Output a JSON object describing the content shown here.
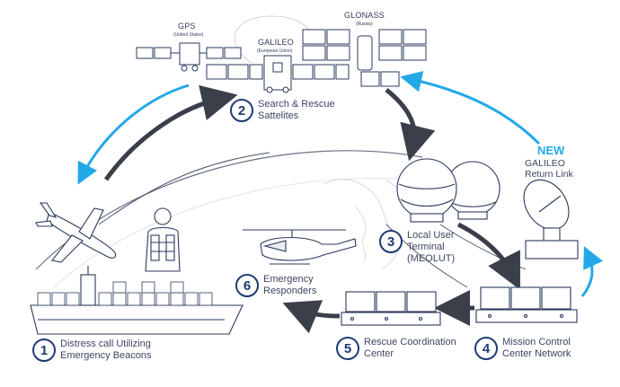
{
  "satellites": {
    "gps": {
      "name": "GPS",
      "owner": "(United States)"
    },
    "galileo": {
      "name": "GALILEO",
      "owner": "(European Union)"
    },
    "glonass": {
      "name": "GLONASS",
      "owner": "(Russia)"
    }
  },
  "steps": [
    {
      "number": "1",
      "text": "Distress call Utilizing\nEmergency Beacons"
    },
    {
      "number": "2",
      "text": "Search & Rescue\nSattelites"
    },
    {
      "number": "3",
      "text": "Local User\nTerminal\n(MEOLUT)"
    },
    {
      "number": "4",
      "text": "Mission Control\nCenter Network"
    },
    {
      "number": "5",
      "text": "Rescue Coordination\nCenter"
    },
    {
      "number": "6",
      "text": "Emergency\nResponders"
    }
  ],
  "return_link": {
    "badge": "NEW",
    "text": "GALILEO\nReturn Link"
  },
  "colors": {
    "navy": "#1f3b73",
    "line": "#2a3a5c",
    "blue_arrow": "#23a9e8",
    "dark_arrow": "#3a3f4a"
  }
}
